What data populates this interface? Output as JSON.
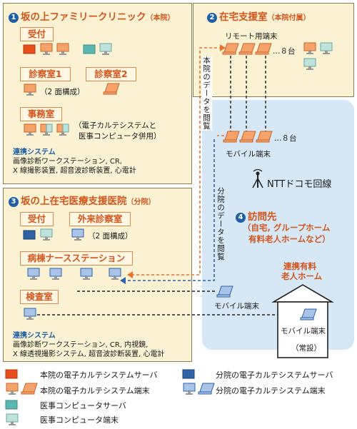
{
  "colors": {
    "main_server": "#e94e1b",
    "main_terminal": "#f5a36b",
    "branch_server": "#2e63a8",
    "branch_terminal": "#a9c4e8",
    "medical_server": "#5bb8b0",
    "medical_terminal": "#bfe2dc",
    "panel_bg": "#fbf2d3",
    "blue_region": "#d6e7f5",
    "title_orange": "#d4551c",
    "accent_blue": "#1f5fa6"
  },
  "clinic": {
    "num": "1",
    "title": "坂の上ファミリークリニック",
    "title_sub": "（本院）",
    "reception": "受付",
    "exam1": "診察室1",
    "exam2": "診察室2",
    "exam_note": "（2 面構成）",
    "office": "事務室",
    "office_note1": "（電子カルテシステムと",
    "office_note2": "医事コンピュータ併用）",
    "systems_head": "連携システム",
    "systems_line1": "画像診断ワークステーション, CR,",
    "systems_line2": "X 線撮影装置, 超音波診断装置, 心電計"
  },
  "homecare": {
    "num": "2",
    "title": "在宅支援室",
    "title_sub": "（本院付属）",
    "remote_terminals": "リモート用端末",
    "remote_count": "…８台",
    "mobile_count": "…８台",
    "mobile_label": "モバイル端末"
  },
  "flow": {
    "main_data": "本院のデータを閲覧",
    "branch_data": "分院のデータを閲覧"
  },
  "network": {
    "label": "NTTドコモ回線"
  },
  "visit": {
    "num": "4",
    "title": "訪問先",
    "line1": "（自宅, グループホーム",
    "line2": "有料老人ホームなど）",
    "mobile_label": "モバイル端末",
    "nursing_home1": "連携有料",
    "nursing_home2": "老人ホーム",
    "house_mobile": "モバイル端末",
    "house_note": "（常設）"
  },
  "hospital": {
    "num": "3",
    "title": "坂の上在宅医療支援医院",
    "title_sub": "（分院）",
    "reception": "受付",
    "outpatient": "外来診察室",
    "outpatient_note": "（2 面構成）",
    "ward": "病棟ナースステーション",
    "lab": "検査室",
    "systems_head": "連携システム",
    "systems_line1": "画像診断ワークステーション, CR, 内視鏡,",
    "systems_line2": "X 線透視撮影システム, 超音波診断装置, 心電計"
  },
  "legend": {
    "main_server": "本院の電子カルテシステムサーバ",
    "main_terminal": "本院の電子カルテシステム端末",
    "branch_server": "分院の電子カルテシステムサーバ",
    "branch_terminal": "分院の電子カルテシステム端末",
    "medical_server": "医事コンピュータサーバ",
    "medical_terminal": "医事コンピュータ端末"
  }
}
